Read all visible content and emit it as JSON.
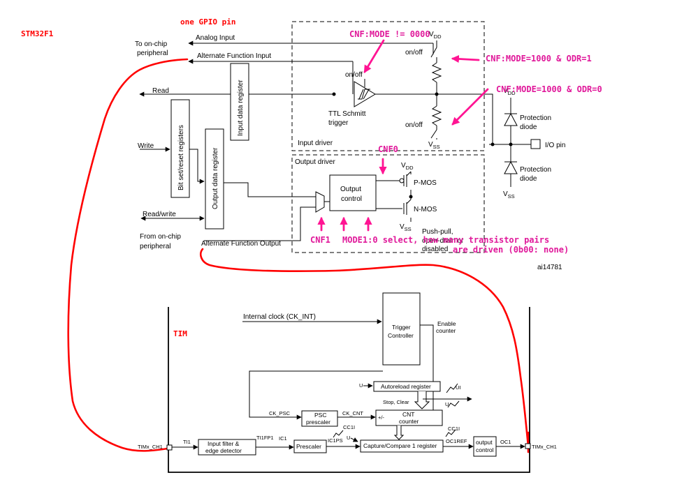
{
  "annotations": {
    "stm32f1": "STM32F1",
    "one_gpio_pin": "one GPIO pin",
    "tim": "TIM",
    "cnf_mode_ne": "CNF:MODE != 0000",
    "cnf_mode_odr1": "CNF:MODE=1000 & ODR=1",
    "cnf_mode_odr0": "CNF:MODE=1000 & ODR=0",
    "cnf0": "CNF0",
    "cnf1": "CNF1",
    "mode_select_1": "MODE1:0 select, how many transistor pairs",
    "mode_select_2": "are driven (0b00: none)"
  },
  "gpio": {
    "to_onchip_1": "To on-chip",
    "to_onchip_2": "peripheral",
    "analog_input": "Analog Input",
    "af_input": "Alternate Function Input",
    "read": "Read",
    "write": "Write",
    "read_write": "Read/write",
    "from_onchip_1": "From on-chip",
    "from_onchip_2": "peripheral",
    "af_output": "Alternate Function Output",
    "input_data_register": "Input data register",
    "bit_set_reset": "Bit set/reset registers",
    "output_data_register": "Output data register",
    "on_off": "on/off",
    "ttl_1": "TTL Schmitt",
    "ttl_2": "trigger",
    "input_driver": "Input driver",
    "output_driver": "Output driver",
    "vdd": "V",
    "vdd_sub": "DD",
    "vss": "V",
    "vss_sub": "SS",
    "protection": "Protection",
    "diode": "diode",
    "io_pin": "I/O pin",
    "output_control_1": "Output",
    "output_control_2": "control",
    "pmos": "P-MOS",
    "nmos": "N-MOS",
    "push_pull_1": "Push-pull,",
    "push_pull_2": "open-drain or",
    "push_pull_3": "disabled",
    "figure_id": "ai14781"
  },
  "timer": {
    "internal_clock": "Internal clock (CK_INT)",
    "trigger_1": "Trigger",
    "trigger_2": "Controller",
    "enable_1": "Enable",
    "enable_2": "counter",
    "u": "U",
    "ui": "UI",
    "autoreload": "Autoreload register",
    "stop_clear": "Stop, Clear",
    "ck_psc": "CK_PSC",
    "psc_1": "PSC",
    "psc_2": "prescaler",
    "ck_cnt": "CK_CNT",
    "plusminus": "+/-",
    "cnt_1": "CNT",
    "cnt_2": "counter",
    "cc1i": "CC1I",
    "timx_ch1": "TIMx_CH1",
    "ti1": "TI1",
    "filter_1": "Input filter &",
    "filter_2": "edge detector",
    "ti1fp1": "TI1FP1",
    "ic1": "IC1",
    "prescaler": "Prescaler",
    "ic1ps": "IC1PS",
    "capture_compare": "Capture/Compare 1 register",
    "oc1ref": "OC1REF",
    "outctl_1": "output",
    "outctl_2": "control",
    "oc1": "OC1"
  }
}
